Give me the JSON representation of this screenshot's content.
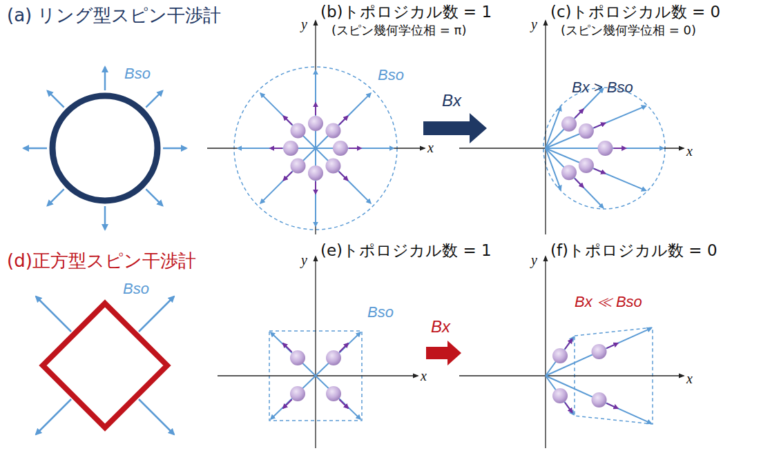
{
  "diagram": {
    "labels": [
      "(a) リング型スピン干渉計",
      "Bso",
      "(b)トポロジカル数 = 1",
      "(スピン幾何学位相 = π)",
      "Bso",
      "Bx",
      "(c)トポロジカル数 = 0",
      "(スピン幾何学位相 = 0)",
      "Bx > Bso",
      "(d)正方型スピン干渉計",
      "Bso",
      "(e)トポロジカル数 = 1",
      "Bso",
      "Bx",
      "(f)トポロジカル数 = 0",
      "Bx ≪ Bso",
      "y",
      "x",
      "y",
      "x",
      "y",
      "x",
      "y",
      "x"
    ]
  }
}
